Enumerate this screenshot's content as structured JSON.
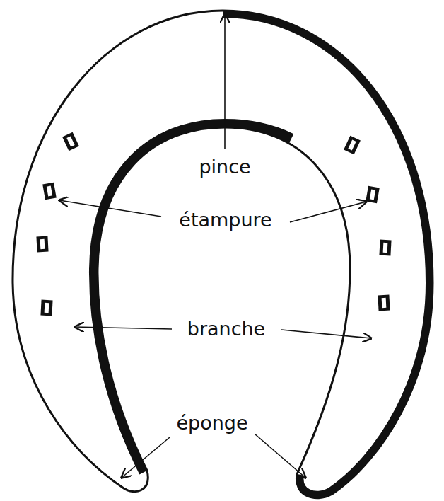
{
  "diagram": {
    "labels": [
      "pince",
      "étampure",
      "branche",
      "éponge"
    ]
  }
}
